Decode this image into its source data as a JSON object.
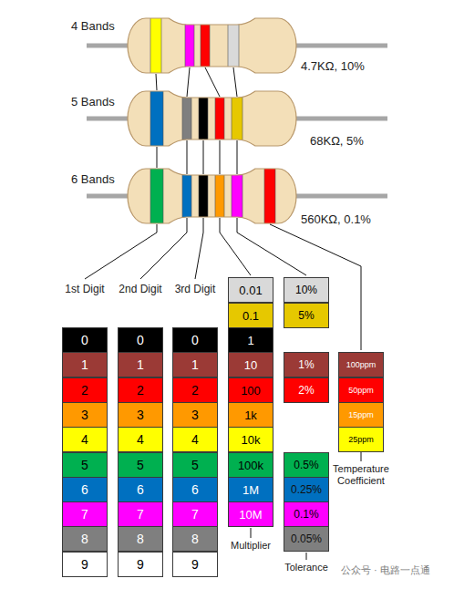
{
  "diagram": {
    "nodes": [
      {
        "text": [
          "0"
        ]
      },
      {
        "text": [
          "1"
        ]
      },
      {
        "text": [
          "2"
        ]
      },
      {
        "text": [
          "3"
        ]
      },
      {
        "text": [
          "4"
        ]
      },
      {
        "text": [
          "5"
        ]
      },
      {
        "text": [
          "6"
        ]
      },
      {
        "text": [
          "7"
        ]
      },
      {
        "text": [
          "8"
        ]
      },
      {
        "text": [
          "9"
        ]
      },
      {
        "text": [
          "0"
        ]
      },
      {
        "text": [
          "1"
        ]
      },
      {
        "text": [
          "2"
        ]
      },
      {
        "text": [
          "3"
        ]
      },
      {
        "text": [
          "4"
        ]
      },
      {
        "text": [
          "5"
        ]
      },
      {
        "text": [
          "6"
        ]
      },
      {
        "text": [
          "7"
        ]
      },
      {
        "text": [
          "8"
        ]
      },
      {
        "text": [
          "9"
        ]
      },
      {
        "text": [
          "0"
        ]
      },
      {
        "text": [
          "1"
        ]
      },
      {
        "text": [
          "2"
        ]
      },
      {
        "text": [
          "3"
        ]
      },
      {
        "text": [
          "4"
        ]
      },
      {
        "text": [
          "5"
        ]
      },
      {
        "text": [
          "6"
        ]
      },
      {
        "text": [
          "7"
        ]
      },
      {
        "text": [
          "8"
        ]
      },
      {
        "text": [
          "9"
        ]
      },
      {
        "text": [
          "0.01"
        ]
      },
      {
        "text": [
          "0.1"
        ]
      },
      {
        "text": [
          "1"
        ]
      },
      {
        "text": [
          "10"
        ]
      },
      {
        "text": [
          "100"
        ]
      },
      {
        "text": [
          "1k"
        ]
      },
      {
        "text": [
          "10k"
        ]
      },
      {
        "text": [
          "100k"
        ]
      },
      {
        "text": [
          "1M"
        ]
      },
      {
        "text": [
          "10M"
        ]
      },
      {
        "text": [
          "10%"
        ]
      },
      {
        "text": [
          "5%"
        ]
      },
      {
        "text": [
          "1%"
        ]
      },
      {
        "text": [
          "2%"
        ]
      },
      {
        "text": [
          "0.5%"
        ]
      },
      {
        "text": [
          "0.25%"
        ]
      },
      {
        "text": [
          "0.1%"
        ]
      },
      {
        "text": [
          "0.05%"
        ]
      },
      {
        "text": [
          "100ppm"
        ]
      },
      {
        "text": [
          "50ppm"
        ]
      },
      {
        "text": [
          "15ppm"
        ]
      },
      {
        "text": [
          "25ppm"
        ]
      }
    ],
    "labels": [
      "4 Bands",
      "4.7KΩ, 10%",
      "5 Bands",
      "68KΩ, 5%",
      "6 Bands",
      "560KΩ, 0.1%",
      "1st Digit",
      "2nd Digit",
      "3rd Digit",
      "Temperature Coefficient",
      "Multiplier",
      "Tolerance",
      "公众号 · 电路一点通"
    ]
  }
}
